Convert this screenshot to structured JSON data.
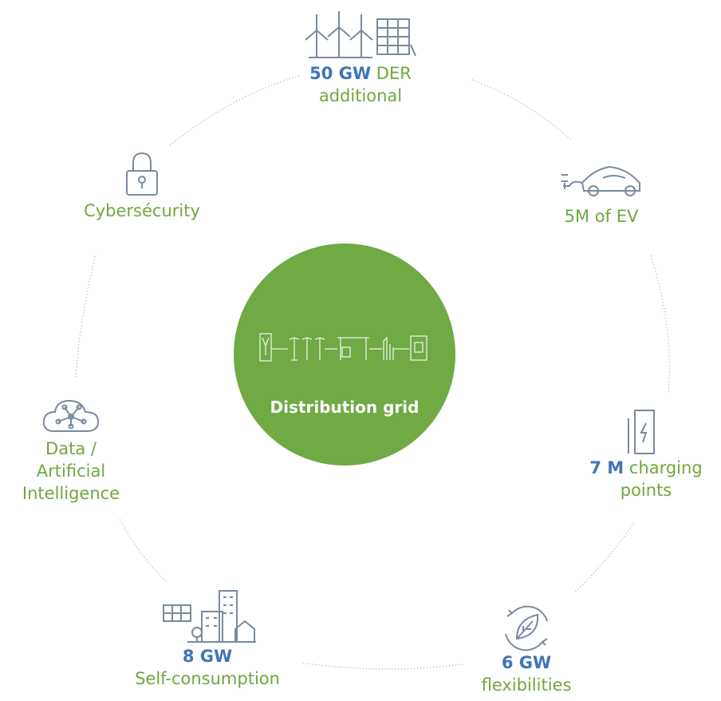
{
  "center": {
    "label": "Distribution grid",
    "icon": "grid-chain-icon",
    "color": "#6faa45"
  },
  "nodes": {
    "der": {
      "highlight": "50 GW",
      "line1": "DER",
      "line2": "additional",
      "icon": "wind-solar-icon"
    },
    "ev": {
      "line1": "5M of EV",
      "icon": "electric-car-icon"
    },
    "charging": {
      "highlight": "7 M",
      "line1": "charging",
      "line2": "points",
      "icon": "charging-station-icon"
    },
    "flex": {
      "highlight": "6 GW",
      "line1": "flexibilities",
      "icon": "leaf-cycle-icon"
    },
    "selfcons": {
      "highlight": "8 GW",
      "line1": "Self-consumption",
      "icon": "buildings-icon"
    },
    "ai": {
      "line1": "Data /",
      "line2": "Artificial",
      "line3": "Intelligence",
      "icon": "cloud-network-icon"
    },
    "cyber": {
      "line1": "Cybersécurity",
      "icon": "padlock-icon"
    }
  },
  "colors": {
    "text_green": "#6ea83e",
    "highlight_blue": "#3f74b8",
    "icon_gray": "#7a8aa0",
    "ring_dots": "#8fa4c8"
  }
}
